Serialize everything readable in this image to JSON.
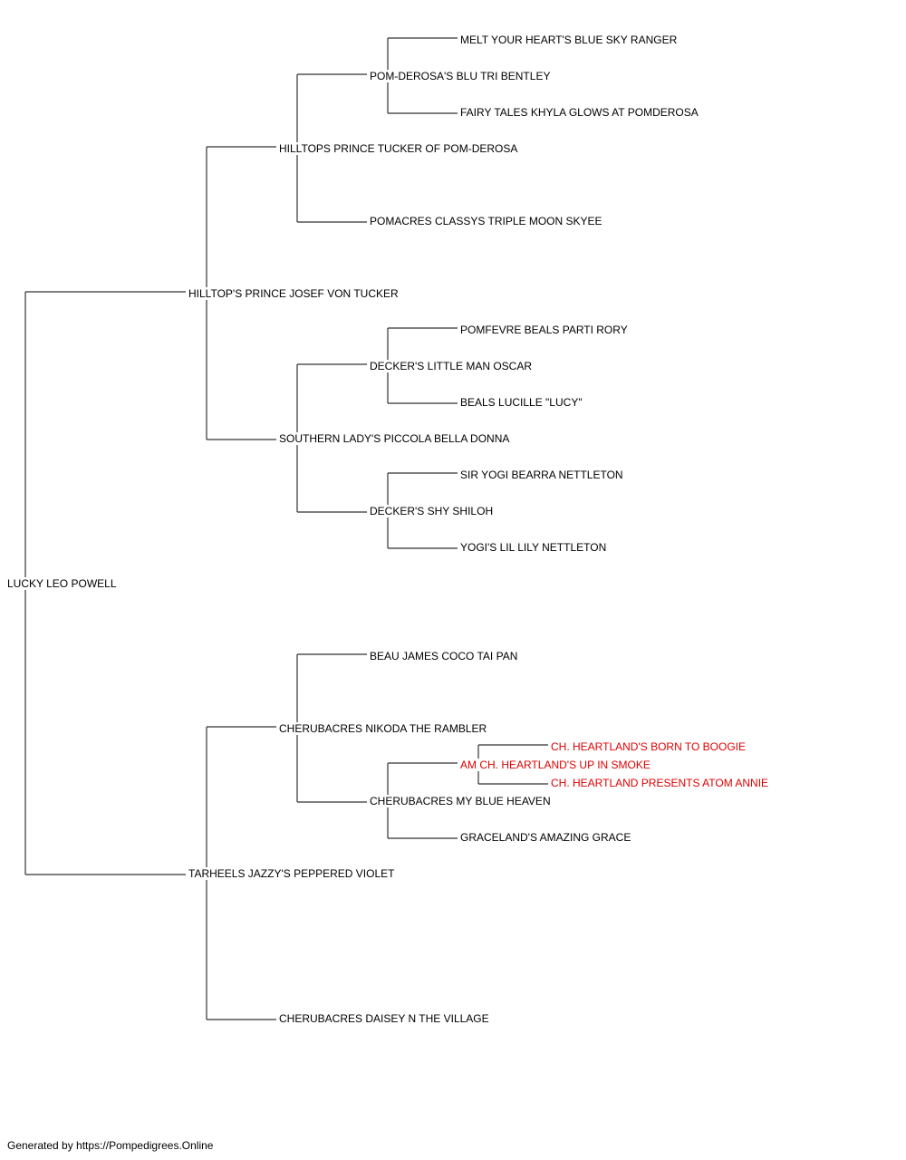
{
  "pedigree": {
    "subject": "LUCKY LEO POWELL",
    "sire": "HILLTOP'S PRINCE JOSEF VON TUCKER",
    "sire_sire": "HILLTOPS PRINCE TUCKER OF POM-DEROSA",
    "sire_sire_sire": "POM-DEROSA'S BLU TRI BENTLEY",
    "sire_sire_sire_sire": "MELT YOUR HEART'S BLUE SKY RANGER",
    "sire_sire_sire_dam": "FAIRY TALES KHYLA GLOWS AT POMDEROSA",
    "sire_sire_dam": "POMACRES CLASSYS TRIPLE MOON SKYEE",
    "sire_dam": "SOUTHERN LADY'S PICCOLA BELLA DONNA",
    "sire_dam_sire": "DECKER'S LITTLE MAN OSCAR",
    "sire_dam_sire_sire": "POMFEVRE BEALS PARTI RORY",
    "sire_dam_sire_dam": "BEALS LUCILLE \"LUCY\"",
    "sire_dam_dam": "DECKER'S SHY SHILOH",
    "sire_dam_dam_sire": "SIR YOGI BEARRA NETTLETON",
    "sire_dam_dam_dam": "YOGI'S LIL LILY NETTLETON",
    "dam": "TARHEELS JAZZY'S PEPPERED VIOLET",
    "dam_sire": "CHERUBACRES NIKODA THE RAMBLER",
    "dam_sire_sire": "BEAU JAMES COCO TAI PAN",
    "dam_sire_dam": "CHERUBACRES MY BLUE HEAVEN",
    "dam_sire_dam_sire": "AM CH. HEARTLAND'S UP IN SMOKE",
    "dam_sire_dam_sire_sire": "CH. HEARTLAND'S BORN TO BOOGIE",
    "dam_sire_dam_sire_dam": "CH. HEARTLAND PRESENTS ATOM ANNIE",
    "dam_sire_dam_dam": "GRACELAND'S AMAZING GRACE",
    "dam_dam": "CHERUBACRES DAISEY N THE VILLAGE"
  },
  "colors": {
    "champion": "#e00000",
    "normal": "#000000",
    "connector": "#333333"
  },
  "footer": "Generated by https://Pompedigrees.Online"
}
